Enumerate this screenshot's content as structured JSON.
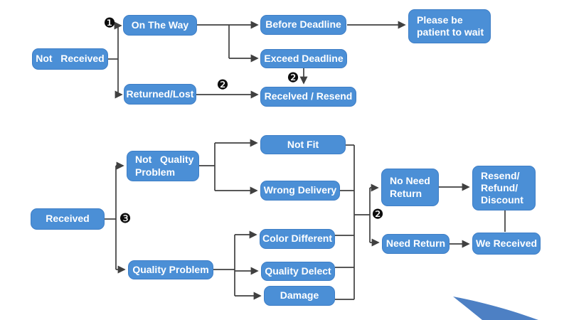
{
  "flowchart": {
    "colors": {
      "background": "#ffffff",
      "node_fill": "#4b8fd6",
      "node_edge": "#3e7ec6",
      "node_text": "#ffffff",
      "line_color": "#404040",
      "badge_color": "#0d0d0d",
      "swoosh_color": "#4d80c4"
    },
    "nodes": {
      "not_received": "Not   Received",
      "on_the_way": "On The Way",
      "returned_lost": "Returned/Lost",
      "before_deadline": "Before Deadline",
      "exceed_deadline": "Exceed Deadline",
      "please_wait": "Please be\npatient to wait",
      "received_resend": "Recelved / Resend",
      "received": "Received",
      "not_quality_problem": "Not   Quality\nProblem",
      "quality_problem": "Quality Problem",
      "not_fit": "Not Fit",
      "wrong_delivery": "Wrong Delivery",
      "color_different": "Color Different",
      "quality_delect": "Quality Delect",
      "damage": "Damage",
      "no_need_return": "No Need\nReturn",
      "resend_refund_discount": "Resend/\nRefund/\nDiscount",
      "need_return": "Need Return",
      "we_received": "We Received"
    },
    "badges": {
      "one": "❶",
      "two_returned": "❷",
      "two_exceed": "❷",
      "three": "❸",
      "two_return": "❷"
    }
  }
}
